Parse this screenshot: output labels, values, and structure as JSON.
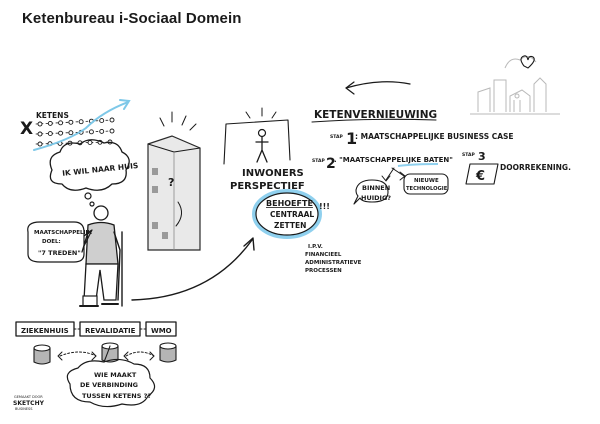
{
  "title": "Ketenbureau i-Sociaal Domein",
  "ketens": {
    "label": "KETENS",
    "mark": "X"
  },
  "thought_bubble": "IK WIL NAAR HUIS",
  "question_mark": "?",
  "speech_bubble": {
    "line1": "MAATSCHAPPELIJK",
    "line2": "DOEL:",
    "line3": "\"7 TREDEN\""
  },
  "inwoners": {
    "line1": "INWONERS",
    "line2": "PERSPECTIEF"
  },
  "behoefte": {
    "line1": "BEHOEFTE",
    "line2": "CENTRAAL",
    "line3": "ZETTEN",
    "exclaim": "!!!"
  },
  "ipv": {
    "line1": "I.P.V.",
    "line2": "FINANCIEEL",
    "line3": "ADMINISTRATIEVE",
    "line4": "PROCESSEN"
  },
  "ketenvernieuwing": {
    "heading": "KETENVERNIEUWING",
    "step1_label": "STAP",
    "step1_num": "1",
    "step1_text": ": MAATSCHAPPELIJKE BUSINESS CASE",
    "step2_label": "STAP",
    "step2_num": "2",
    "step2_text": ". \"MAATSCHAPPELIJKE BATEN\"",
    "binnen_line1": "BINNEN",
    "binnen_line2": "HUIDIG?",
    "nieuwe_line1": "NIEUWE",
    "nieuwe_line2": "TECHNOLOGIE",
    "step3_label": "STAP",
    "step3_num": "3",
    "euro": "€",
    "step3_text": "DOORREKENING."
  },
  "chain_boxes": [
    "ZIEKENHUIS",
    "REVALIDATIE",
    "WMO"
  ],
  "bottom_bubble": {
    "line1": "WIE MAAKT",
    "line2": "DE VERBINDING",
    "line3": "TUSSEN KETENS ??"
  },
  "logo": {
    "top": "GEMAAKT DOOR",
    "main": "SKETCHY",
    "sub": "BUSINESS"
  }
}
